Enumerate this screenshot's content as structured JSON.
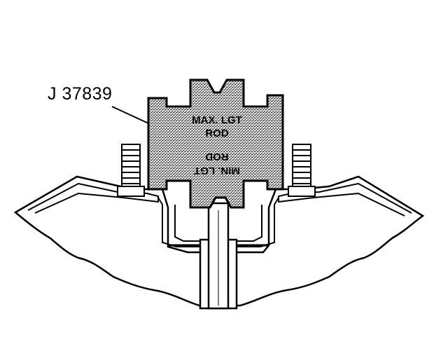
{
  "callout_label": "J 37839",
  "gauge": {
    "top_line_1": "MAX. LGT",
    "top_line_2": "ROD",
    "mirrored_line_1": "ROD",
    "mirrored_line_2": "MIN. LGT"
  },
  "colors": {
    "ink": "#000000",
    "paper": "#ffffff",
    "stipple": "#9a9a9a"
  }
}
